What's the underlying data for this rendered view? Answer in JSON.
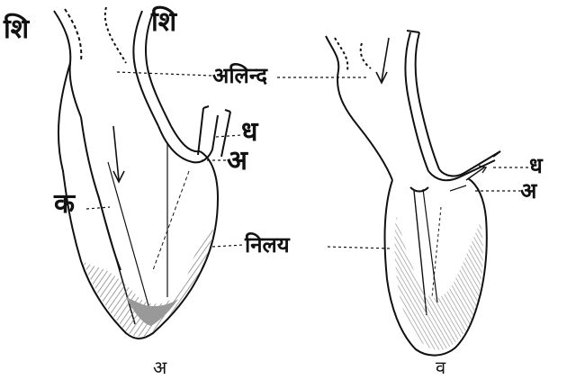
{
  "labels": {
    "shi_left": "शि",
    "shi_right": "शि",
    "alinda": "अलिन्द",
    "dha": "ध",
    "a_mark_left": "अ",
    "ka": "क",
    "nilaya": "निलय",
    "dha_right": "ध",
    "a_mark_right": "अ",
    "caption_left": "अ",
    "caption_right": "व"
  },
  "colors": {
    "ink": "#111111",
    "shade": "#bdbdbd",
    "paper": "#ffffff"
  }
}
